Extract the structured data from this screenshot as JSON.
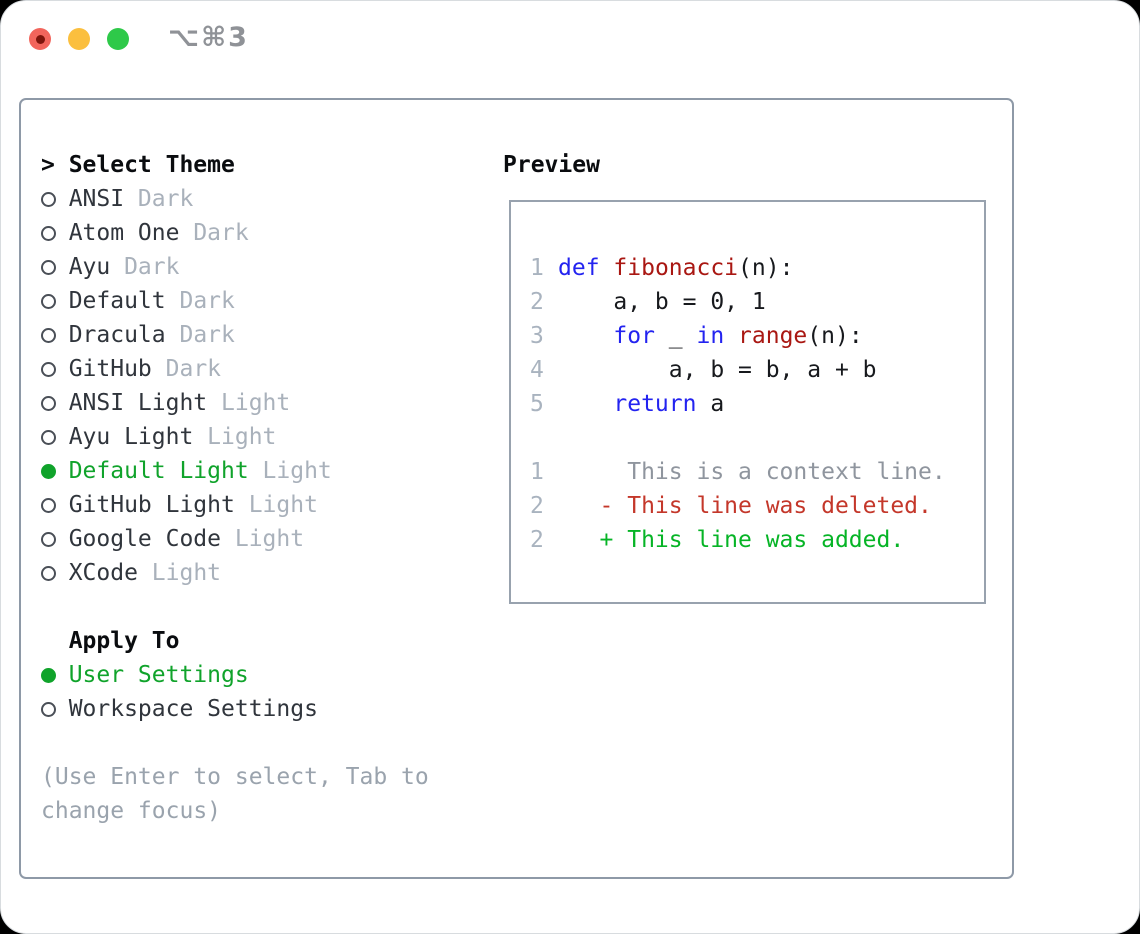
{
  "window": {
    "shortcut": "⌥⌘3"
  },
  "theme_panel": {
    "title_prefix": ">",
    "title": "Select Theme",
    "items": [
      {
        "label": "ANSI",
        "tag": "Dark",
        "selected": false
      },
      {
        "label": "Atom One",
        "tag": "Dark",
        "selected": false
      },
      {
        "label": "Ayu",
        "tag": "Dark",
        "selected": false
      },
      {
        "label": "Default",
        "tag": "Dark",
        "selected": false
      },
      {
        "label": "Dracula",
        "tag": "Dark",
        "selected": false
      },
      {
        "label": "GitHub",
        "tag": "Dark",
        "selected": false
      },
      {
        "label": "ANSI Light",
        "tag": "Light",
        "selected": false
      },
      {
        "label": "Ayu Light",
        "tag": "Light",
        "selected": false
      },
      {
        "label": "Default Light",
        "tag": "Light",
        "selected": true
      },
      {
        "label": "GitHub Light",
        "tag": "Light",
        "selected": false
      },
      {
        "label": "Google Code",
        "tag": "Light",
        "selected": false
      },
      {
        "label": "XCode",
        "tag": "Light",
        "selected": false
      }
    ]
  },
  "apply_to": {
    "title": "Apply To",
    "options": [
      {
        "label": "User Settings",
        "selected": true
      },
      {
        "label": "Workspace Settings",
        "selected": false
      }
    ]
  },
  "help_text": "(Use Enter to select, Tab to change focus)",
  "preview": {
    "title": "Preview",
    "lines": [
      {
        "n": "",
        "kind": "blank",
        "segments": []
      },
      {
        "n": "1",
        "kind": "code",
        "segments": [
          {
            "s": "def",
            "c": "kw"
          },
          {
            "s": " ",
            "c": ""
          },
          {
            "s": "fibonacci",
            "c": "fn"
          },
          {
            "s": "(n):",
            "c": ""
          }
        ]
      },
      {
        "n": "2",
        "kind": "code",
        "segments": [
          {
            "s": "    a, b = 0, 1",
            "c": ""
          }
        ]
      },
      {
        "n": "3",
        "kind": "code",
        "segments": [
          {
            "s": "    ",
            "c": ""
          },
          {
            "s": "for",
            "c": "kw"
          },
          {
            "s": " _ ",
            "c": ""
          },
          {
            "s": "in",
            "c": "kw"
          },
          {
            "s": " ",
            "c": ""
          },
          {
            "s": "range",
            "c": "fn"
          },
          {
            "s": "(n):",
            "c": ""
          }
        ]
      },
      {
        "n": "4",
        "kind": "code",
        "segments": [
          {
            "s": "        a, b = b, a + b",
            "c": ""
          }
        ]
      },
      {
        "n": "5",
        "kind": "code",
        "segments": [
          {
            "s": "    ",
            "c": ""
          },
          {
            "s": "return",
            "c": "kw"
          },
          {
            "s": " a",
            "c": ""
          }
        ]
      },
      {
        "n": "",
        "kind": "blank",
        "segments": []
      },
      {
        "n": "1",
        "kind": "context",
        "segments": [
          {
            "s": "     This is a context line.",
            "c": "context"
          }
        ]
      },
      {
        "n": "2",
        "kind": "deleted",
        "segments": [
          {
            "s": "   - This line was deleted.",
            "c": "deleted"
          }
        ]
      },
      {
        "n": "2",
        "kind": "added",
        "segments": [
          {
            "s": "   + This line was added.",
            "c": "added"
          }
        ]
      },
      {
        "n": "",
        "kind": "blank",
        "segments": []
      }
    ]
  },
  "colors": {
    "selected_green": "#10a32b",
    "keyword_blue": "#2323f0",
    "function_red": "#a91712",
    "diff_red": "#c4372a",
    "diff_green": "#06b426",
    "line_number_gray": "#a9b3bf",
    "context_gray": "#8f959e",
    "tag_gray": "#a9b1bb",
    "help_gray": "#9aa3ad",
    "shortcut_gray": "#8f9297",
    "panel_border": "#8e99a7",
    "preview_border": "#98a2ae",
    "traffic_red": "#f2655c",
    "traffic_red_dot": "#7e150c",
    "traffic_yellow": "#fbbf3e",
    "traffic_green": "#2ec949"
  }
}
